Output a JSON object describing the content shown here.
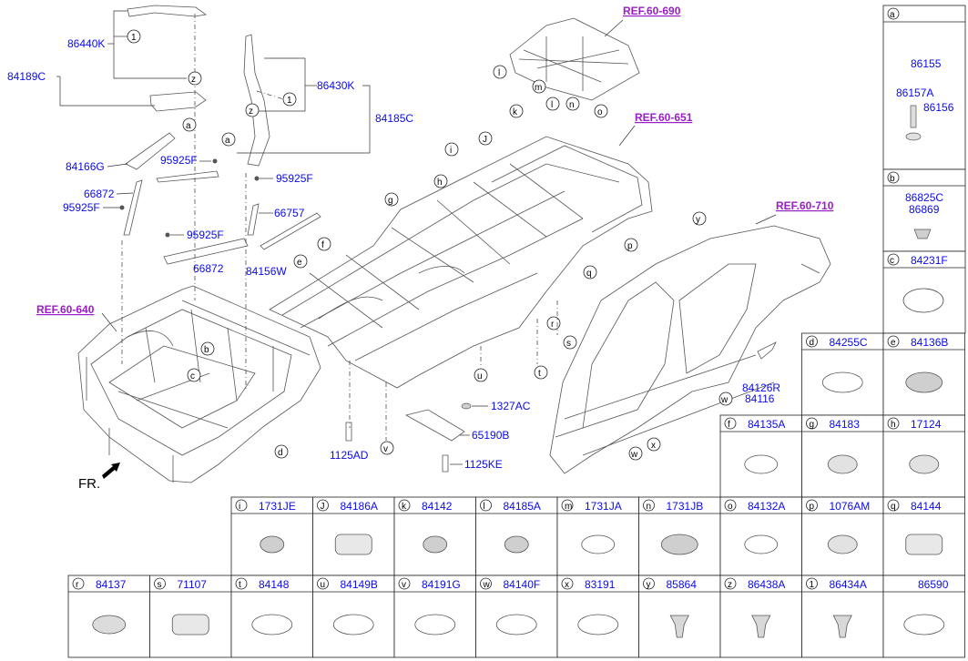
{
  "refs": {
    "r640": "REF.60-640",
    "r690": "REF.60-690",
    "r651": "REF.60-651",
    "r710": "REF.60-710"
  },
  "front_label": "FR.",
  "callouts": {
    "c84189C": "84189C",
    "c86440K": "86440K",
    "c86430K": "86430K",
    "c84185C": "84185C",
    "c84166G": "84166G",
    "c95925F_a": "95925F",
    "c95925F_b": "95925F",
    "c66872_a": "66872",
    "c95925F_c": "95925F",
    "c66757": "66757",
    "c95925F_d": "95925F",
    "c66872_b": "66872",
    "c84156W": "84156W",
    "c1327AC": "1327AC",
    "c65190B": "65190B",
    "c1125AD": "1125AD",
    "c1125KE": "1125KE",
    "c84126R": "84126R",
    "c84116": "84116"
  },
  "diagram_letters": {
    "a1": "a",
    "a2": "a",
    "z1": "z",
    "z2": "z",
    "one1": "1",
    "one2": "1",
    "b": "b",
    "c": "c",
    "d": "d",
    "e": "e",
    "f": "f",
    "g": "g",
    "h": "h",
    "i": "i",
    "j": "J",
    "k": "k",
    "l1": "l",
    "l2": "l",
    "m": "m",
    "n": "n",
    "o": "o",
    "p": "p",
    "q": "q",
    "r": "r",
    "s": "s",
    "t": "t",
    "u": "u",
    "v": "v",
    "w1": "w",
    "w2": "w",
    "x": "x",
    "y": "y"
  },
  "side_table": [
    {
      "letter": "a",
      "parts": [
        "86155",
        "86157A",
        "86156"
      ]
    },
    {
      "letter": "b",
      "parts": [
        "86825C",
        "86869"
      ]
    },
    {
      "letter": "c",
      "parts": [
        "84231F"
      ]
    }
  ],
  "grid_rows": [
    [
      {
        "letter": "d",
        "part": "84255C"
      },
      {
        "letter": "e",
        "part": "84136B"
      }
    ],
    [
      {
        "letter": "f",
        "part": "84135A"
      },
      {
        "letter": "g",
        "part": "84183"
      },
      {
        "letter": "h",
        "part": "17124"
      }
    ],
    [
      {
        "letter": "i",
        "part": "1731JE"
      },
      {
        "letter": "J",
        "part": "84186A"
      },
      {
        "letter": "k",
        "part": "84142"
      },
      {
        "letter": "l",
        "part": "84185A"
      },
      {
        "letter": "m",
        "part": "1731JA"
      },
      {
        "letter": "n",
        "part": "1731JB"
      },
      {
        "letter": "o",
        "part": "84132A"
      },
      {
        "letter": "p",
        "part": "1076AM"
      },
      {
        "letter": "q",
        "part": "84144"
      }
    ],
    [
      {
        "letter": "r",
        "part": "84137"
      },
      {
        "letter": "s",
        "part": "71107"
      },
      {
        "letter": "t",
        "part": "84148"
      },
      {
        "letter": "u",
        "part": "84149B"
      },
      {
        "letter": "v",
        "part": "84191G"
      },
      {
        "letter": "w",
        "part": "84140F"
      },
      {
        "letter": "x",
        "part": "83191"
      },
      {
        "letter": "y",
        "part": "85864"
      },
      {
        "letter": "z",
        "part": "86438A"
      },
      {
        "letter": "1",
        "part": "86434A"
      },
      {
        "letter": "",
        "part": "86590"
      }
    ]
  ]
}
